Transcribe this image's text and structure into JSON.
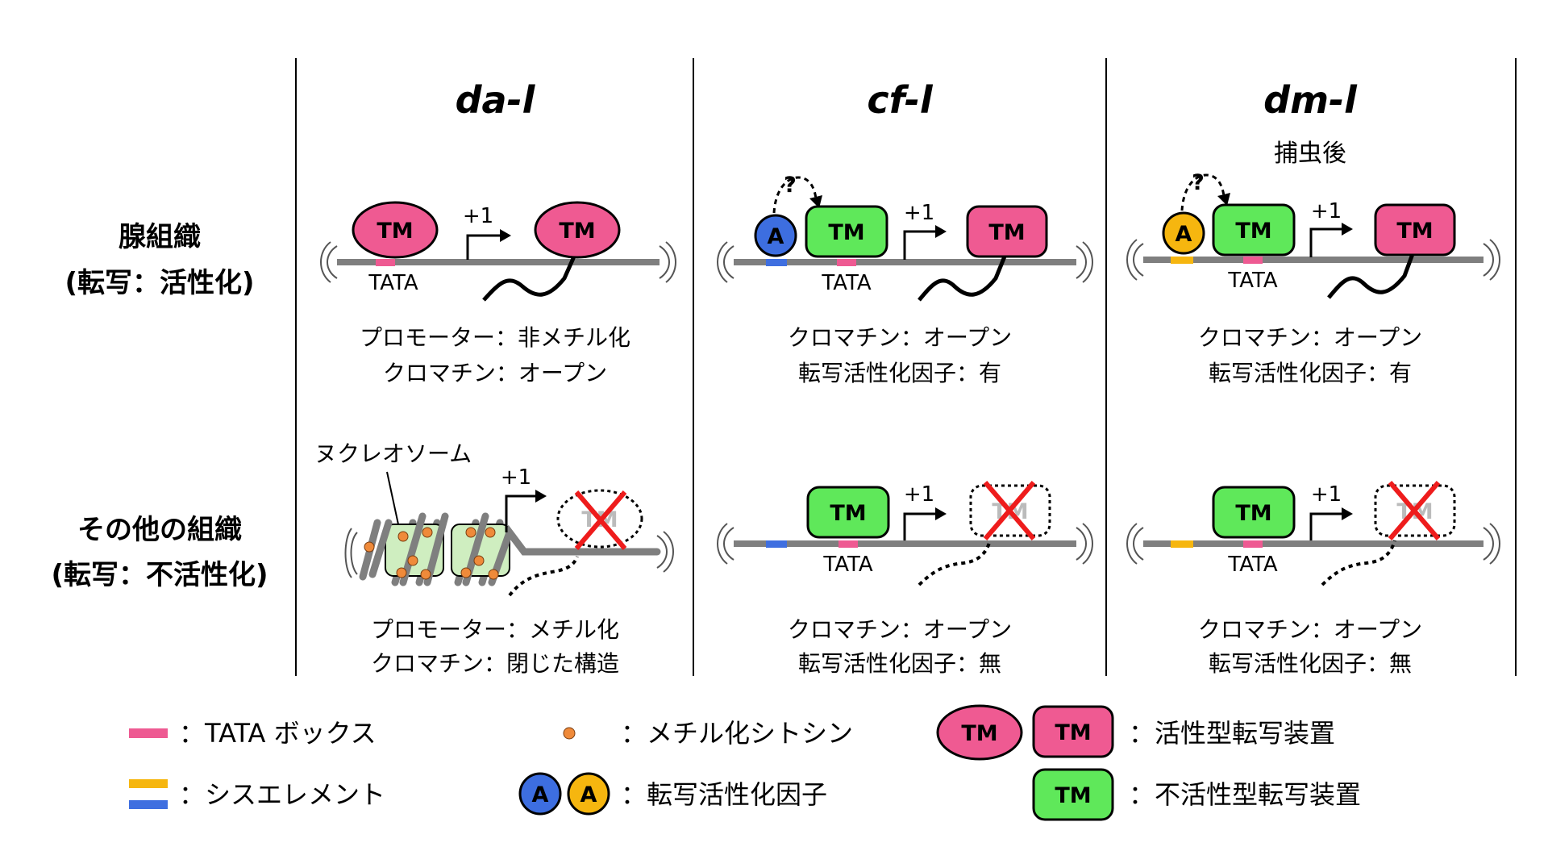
{
  "colors": {
    "tata": "#ee5a92",
    "cis_yellow": "#f6b60f",
    "cis_blue": "#3f6fe0",
    "active_tm": "#ef5a92",
    "inactive_tm": "#5fe85a",
    "factor_blue": "#3d6ee0",
    "factor_yellow": "#f6b60f",
    "methyl": "#ef8a3a",
    "nucleosome": "#cfeec0",
    "dna": "#7f7f7f",
    "cross": "#ee1c1c"
  },
  "columns": [
    {
      "title": "da-l",
      "subtitle": ""
    },
    {
      "title": "cf-l",
      "subtitle": ""
    },
    {
      "title": "dm-l",
      "subtitle": "捕虫後"
    }
  ],
  "rows": [
    {
      "label1": "腺組織",
      "label2": "(転写：活性化)"
    },
    {
      "label1": "その他の組織",
      "label2": "(転写：不活性化)"
    }
  ],
  "labels": {
    "tm": "TM",
    "tata": "TATA",
    "tss": "+1",
    "question": "?",
    "factor": "A",
    "nucleosome": "ヌクレオソーム"
  },
  "cells": {
    "r1c1": [
      "プロモーター：非メチル化",
      "クロマチン：オープン"
    ],
    "r1c2": [
      "クロマチン：オープン",
      "転写活性化因子：有"
    ],
    "r1c3": [
      "クロマチン：オープン",
      "転写活性化因子：有"
    ],
    "r2c1": [
      "プロモーター：メチル化",
      "クロマチン：閉じた構造"
    ],
    "r2c2": [
      "クロマチン：オープン",
      "転写活性化因子：無"
    ],
    "r2c3": [
      "クロマチン：オープン",
      "転写活性化因子：無"
    ]
  },
  "legend": {
    "tata_box": "：TATA ボックス",
    "cis_element": "：シスエレメント",
    "methyl_cytosine": "：メチル化シトシン",
    "activator": "：転写活性化因子",
    "active_machinery": "：活性型転写装置",
    "inactive_machinery": "：不活性型転写装置"
  }
}
